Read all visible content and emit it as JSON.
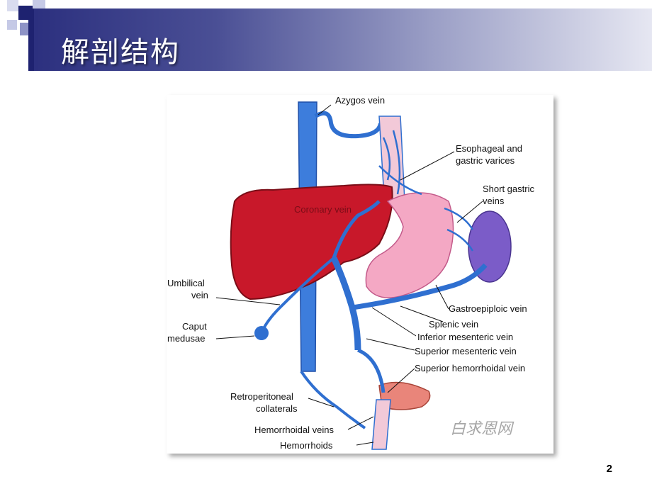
{
  "slide": {
    "title": "解剖结构",
    "page_number": "2"
  },
  "figure": {
    "watermark": "白求恩网",
    "labels": {
      "azygos": "Azygos vein",
      "esophageal_1": "Esophageal and",
      "esophageal_2": "gastric varices",
      "short_gastric_1": "Short gastric",
      "short_gastric_2": "veins",
      "coronary": "Coronary vein",
      "umbilical_1": "Umbilical",
      "umbilical_2": "vein",
      "caput_1": "Caput",
      "caput_2": "medusae",
      "gastroepiploic": "Gastroepiploic vein",
      "splenic": "Splenic vein",
      "inferior_mesenteric": "Inferior mesenteric vein",
      "superior_mesenteric": "Superior mesenteric vein",
      "superior_hemorrhoidal": "Superior hemorrhoidal vein",
      "retroperitoneal_1": "Retroperitoneal",
      "retroperitoneal_2": "collaterals",
      "hemorrhoidal_veins": "Hemorrhoidal veins",
      "hemorrhoids": "Hemorrhoids"
    },
    "colors": {
      "vein": "#2f6fd0",
      "liver": "#c8182a",
      "stomach": "#f4a8c4",
      "spleen": "#7b5cc8",
      "rectum": "#e9857a"
    }
  }
}
